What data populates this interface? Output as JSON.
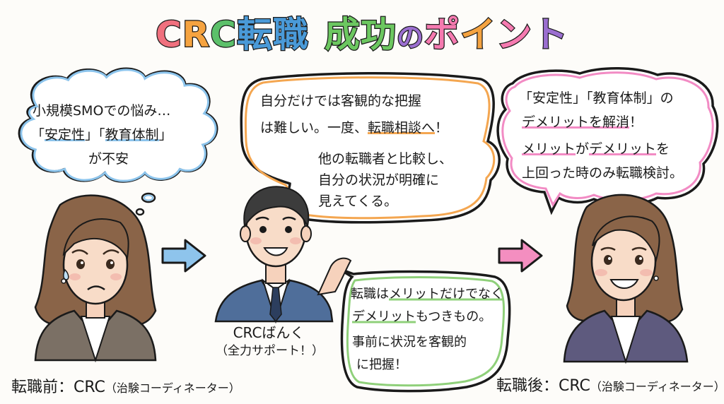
{
  "title": {
    "segments": [
      {
        "text": "C",
        "color": "#f0707e"
      },
      {
        "text": "R",
        "color": "#f5a340"
      },
      {
        "text": "C",
        "color": "#5cc06a"
      },
      {
        "text": "転職",
        "color": "#4a9ad8"
      },
      {
        "text": "成功",
        "color": "#6cc760"
      },
      {
        "text": "の",
        "color": "#9b6fd0"
      },
      {
        "text": "ポ",
        "color": "#f57ab0"
      },
      {
        "text": "イ",
        "color": "#f5a340"
      },
      {
        "text": "ン",
        "color": "#f57ab0"
      },
      {
        "text": "ト",
        "color": "#9b6fd0"
      }
    ]
  },
  "before": {
    "thought_bubble": {
      "border_color": "#8cc4ec",
      "lines": [
        "小規模SMOでの悩み…",
        "「安定性」「教育体制」",
        "が不安"
      ],
      "highlights": [
        "安定性",
        "教育体制"
      ]
    },
    "caption": {
      "main": "転職前：CRC",
      "sub": "（治験コーディネーター）"
    }
  },
  "arrows": {
    "left": {
      "color": "#8ec4ec"
    },
    "right": {
      "color": "#f48ec0"
    }
  },
  "advisor": {
    "speech_bubble": {
      "border_color": "#f4a650",
      "lines": [
        "自分だけでは客観的な把握",
        "は難しい。一度、転職相談へ！",
        "他の転職者と比較し、",
        "自分の状況が明確に",
        "見えてくる。"
      ],
      "highlight": "転職相談へ"
    },
    "caption": {
      "line1": "CRCばんく",
      "line2": "（全力サポート！）"
    },
    "advice_bubble": {
      "border_color": "#8fd07a",
      "lines": [
        "転職はメリットだけでなく",
        "デメリットもつきもの。",
        "事前に状況を客観的",
        "に把握！"
      ],
      "highlights": [
        "メリットだけでなく",
        "デメリット"
      ]
    }
  },
  "after": {
    "speech_bubble": {
      "border_color": "#f28bc4",
      "lines": [
        "「安定性」「教育体制」の",
        "デメリットを解消！",
        "メリットがデメリットを",
        "上回った時のみ転職検討。"
      ],
      "highlights": [
        "デメリットを解消",
        "メリット",
        "デメリット"
      ]
    },
    "caption": {
      "main": "転職後：CRC",
      "sub": "（治験コーディネーター）"
    }
  }
}
